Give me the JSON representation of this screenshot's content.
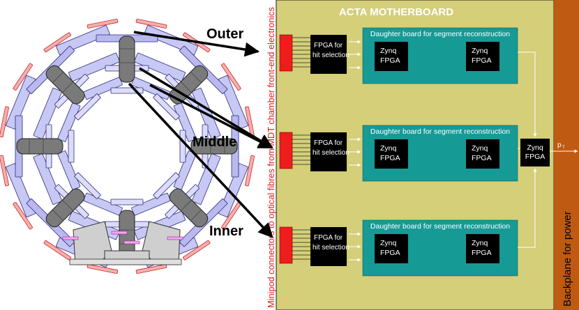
{
  "motherboard": {
    "title": "ACTA MOTHERBOARD",
    "backplane_label": "Backplane for power",
    "connector_label": "Minipod connectors to optical fibres from MDT chamber front-end electronics",
    "output_label_main": "p",
    "output_label_sub": "T",
    "central_fpga": [
      "Zynq",
      "FPGA"
    ],
    "stages": [
      {
        "station_label": "Outer",
        "hit_fpga": [
          "FPGA for",
          "hit selection"
        ],
        "daughter_title": "Daughter board for segment reconstruction",
        "zynq_a": [
          "Zynq",
          "FPGA"
        ],
        "zynq_b": [
          "Zynq",
          "FPGA"
        ]
      },
      {
        "station_label": "Middle",
        "hit_fpga": [
          "FPGA for",
          "hit selection"
        ],
        "daughter_title": "Daughter board for segment reconstruction",
        "zynq_a": [
          "Zynq",
          "FPGA"
        ],
        "zynq_b": [
          "Zynq",
          "FPGA"
        ]
      },
      {
        "station_label": "Inner",
        "hit_fpga": [
          "FPGA for",
          "hit selection"
        ],
        "daughter_title": "Daughter board for segment reconstruction",
        "zynq_a": [
          "Zynq",
          "FPGA"
        ],
        "zynq_b": [
          "Zynq",
          "FPGA"
        ]
      }
    ]
  },
  "colors": {
    "board": "#d4cf78",
    "backplane": "#bf5a12",
    "daughter": "#169a96",
    "fpga": "#000000",
    "connector": "#ee1c1c",
    "chamber": "#c8c8f4",
    "rpc": "#ee8a8a",
    "coil": "#707070"
  }
}
